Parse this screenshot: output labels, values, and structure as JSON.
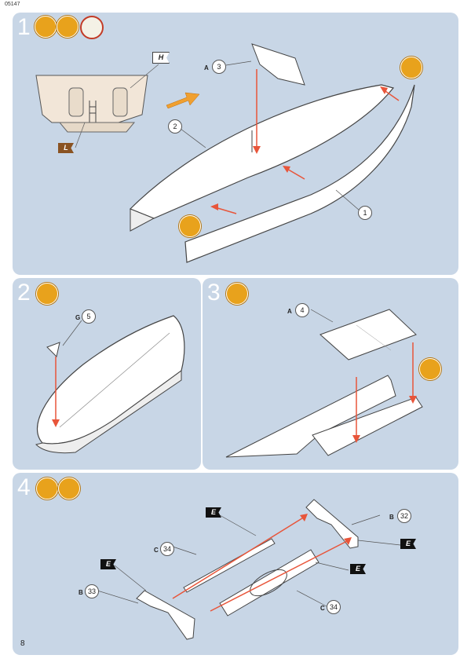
{
  "header": {
    "code": "05147"
  },
  "page": {
    "number": "8"
  },
  "steps": [
    {
      "number": "1",
      "tools": [
        "glue-icon",
        "paint-brush-icon",
        "clock-icon"
      ]
    },
    {
      "number": "2",
      "tools": [
        "glue-icon"
      ]
    },
    {
      "number": "3",
      "tools": [
        "glue-icon"
      ]
    },
    {
      "number": "4",
      "tools": [
        "glue-icon",
        "paint-brush-icon"
      ]
    }
  ],
  "step1": {
    "callouts": [
      {
        "letter": "A",
        "part": "3"
      },
      {
        "letter": "",
        "part": "2"
      },
      {
        "letter": "",
        "part": "1"
      }
    ],
    "paint_flags": [
      "H",
      "L"
    ]
  },
  "step2": {
    "callouts": [
      {
        "letter": "G",
        "part": "5"
      }
    ]
  },
  "step3": {
    "callouts": [
      {
        "letter": "A",
        "part": "4"
      }
    ]
  },
  "step4": {
    "callouts": [
      {
        "letter": "B",
        "part": "32"
      },
      {
        "letter": "C",
        "part": "34"
      },
      {
        "letter": "B",
        "part": "33"
      },
      {
        "letter": "C",
        "part": "34"
      }
    ],
    "paint_flags": [
      "E",
      "E",
      "E",
      "E"
    ]
  },
  "colors": {
    "panel": "#c8d6e6",
    "arrow": "#e8553a",
    "glue": "#e8a21c",
    "paint_e": "#111111",
    "paint_h": "#ffffff",
    "paint_l": "#8a5322"
  }
}
